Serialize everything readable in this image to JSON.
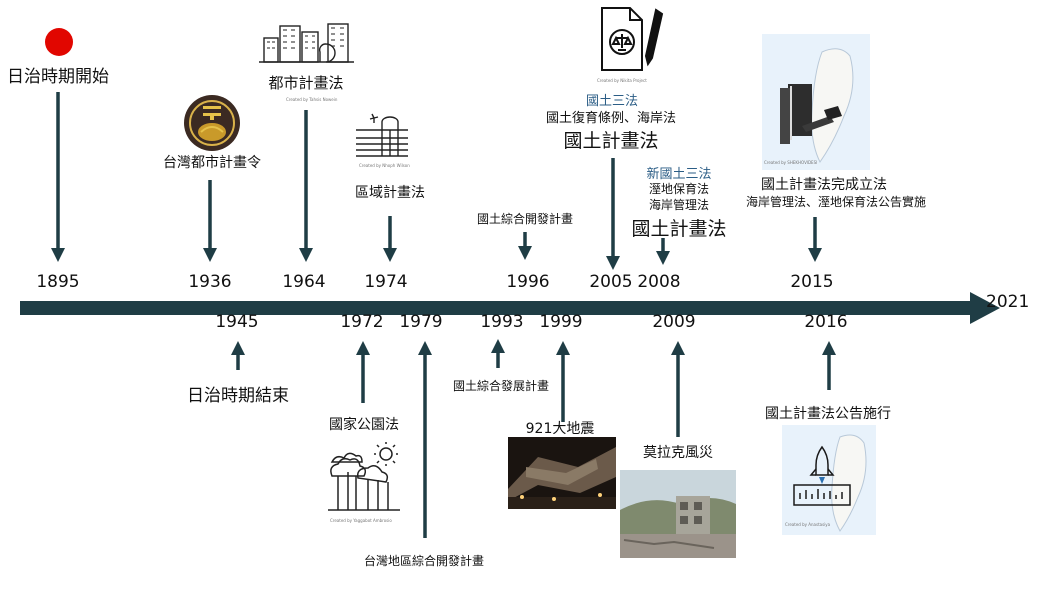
{
  "timeline": {
    "end_year": "2021",
    "colors": {
      "axis": "#1f3d45",
      "red": "#e10600",
      "blue": "#2b5d86"
    }
  },
  "years_top": [
    "1895",
    "1936",
    "1964",
    "1974",
    "1996",
    "2005",
    "2008",
    "2015"
  ],
  "years_bottom": [
    "1945",
    "1972",
    "1979",
    "1993",
    "1999",
    "2009",
    "2016"
  ],
  "events_top": {
    "y1895": "日治時期開始",
    "y1936": "台灣都市計畫令",
    "y1964": "都市計畫法",
    "y1974": "區域計畫法",
    "y1996": "國土綜合開發計畫",
    "y2005_head": "國土三法",
    "y2005_line": "國土復育條例、海岸法",
    "y2005_main": "國土計畫法",
    "y2008_head": "新國土三法",
    "y2008_l1": "溼地保育法",
    "y2008_l2": "海岸管理法",
    "y2008_main": "國土計畫法",
    "y2015_main": "國土計畫法完成立法",
    "y2015_sub": "海岸管理法、溼地保育法公告實施"
  },
  "events_bottom": {
    "y1945": "日治時期結束",
    "y1972": "國家公園法",
    "y1979": "台灣地區綜合開發計畫",
    "y1993": "國土綜合發展計畫",
    "y1999": "921大地震",
    "y2009": "莫拉克風災",
    "y2016": "國土計畫法公告施行"
  },
  "icon_credits": {
    "buildings": "Created by Tahsis Nowein",
    "countryside": "Created by Nhoph Wilson",
    "contract": "Created by Nikita Project",
    "taiwan_law": "Created by SHEKHOVIDESI",
    "forest": "Created by Yaggabot Ambrosio",
    "taiwan_rocket": "Created by Anastasiya"
  }
}
